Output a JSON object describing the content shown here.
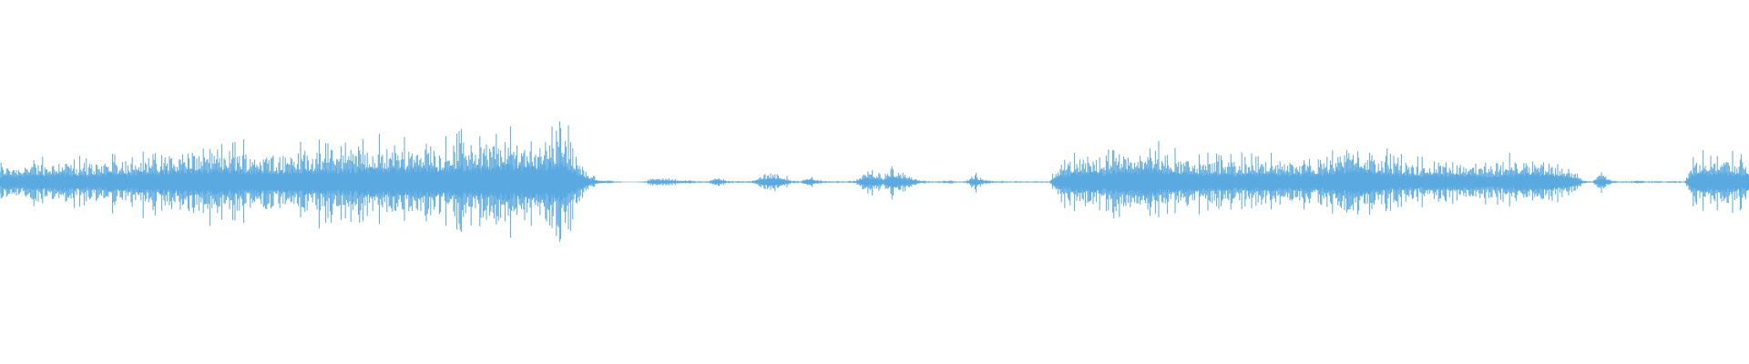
{
  "waveform": {
    "color": "#5aa9e0",
    "background": "#ffffff",
    "amplitude_profile": [
      0.18,
      0.22,
      0.2,
      0.24,
      0.26,
      0.22,
      0.25,
      0.28,
      0.24,
      0.22,
      0.23,
      0.25,
      0.27,
      0.26,
      0.28,
      0.3,
      0.32,
      0.3,
      0.34,
      0.33,
      0.36,
      0.38,
      0.35,
      0.37,
      0.4,
      0.42,
      0.38,
      0.36,
      0.34,
      0.37,
      0.35,
      0.33,
      0.36,
      0.38,
      0.36,
      0.4,
      0.38,
      0.37,
      0.39,
      0.41,
      0.43,
      0.4,
      0.42,
      0.45,
      0.44,
      0.46,
      0.48,
      0.42,
      0.4,
      0.44,
      0.46,
      0.48,
      0.5,
      0.47,
      0.49,
      0.52,
      0.5,
      0.48,
      0.46,
      0.55,
      0.58,
      0.62,
      0.45,
      0.25,
      0.08,
      0.03,
      0.02,
      0.01,
      0.0,
      0.0,
      0.01,
      0.04,
      0.05,
      0.03,
      0.02,
      0.02,
      0.01,
      0.01,
      0.06,
      0.02,
      0.01,
      0.01,
      0.02,
      0.1,
      0.12,
      0.08,
      0.02,
      0.01,
      0.08,
      0.02,
      0.01,
      0.01,
      0.01,
      0.02,
      0.14,
      0.1,
      0.06,
      0.18,
      0.1,
      0.06,
      0.02,
      0.01,
      0.01,
      0.02,
      0.01,
      0.01,
      0.1,
      0.03,
      0.01,
      0.01,
      0.01,
      0.01,
      0.01,
      0.01,
      0.01,
      0.2,
      0.24,
      0.28,
      0.3,
      0.32,
      0.3,
      0.34,
      0.36,
      0.38,
      0.4,
      0.42,
      0.36,
      0.34,
      0.3,
      0.3,
      0.28,
      0.26,
      0.28,
      0.27,
      0.26,
      0.25,
      0.26,
      0.28,
      0.27,
      0.26,
      0.25,
      0.26,
      0.28,
      0.27,
      0.3,
      0.35,
      0.4,
      0.44,
      0.4,
      0.35,
      0.3,
      0.28,
      0.26,
      0.24,
      0.22,
      0.24,
      0.26,
      0.22,
      0.21,
      0.23,
      0.24,
      0.22,
      0.2,
      0.22,
      0.24,
      0.26,
      0.28,
      0.26,
      0.24,
      0.22,
      0.18,
      0.14,
      0.02,
      0.01,
      0.12,
      0.02,
      0.01,
      0.01,
      0.02,
      0.01,
      0.01,
      0.01,
      0.01,
      0.01,
      0.24,
      0.28,
      0.26,
      0.3,
      0.28,
      0.26,
      0.24
    ]
  }
}
